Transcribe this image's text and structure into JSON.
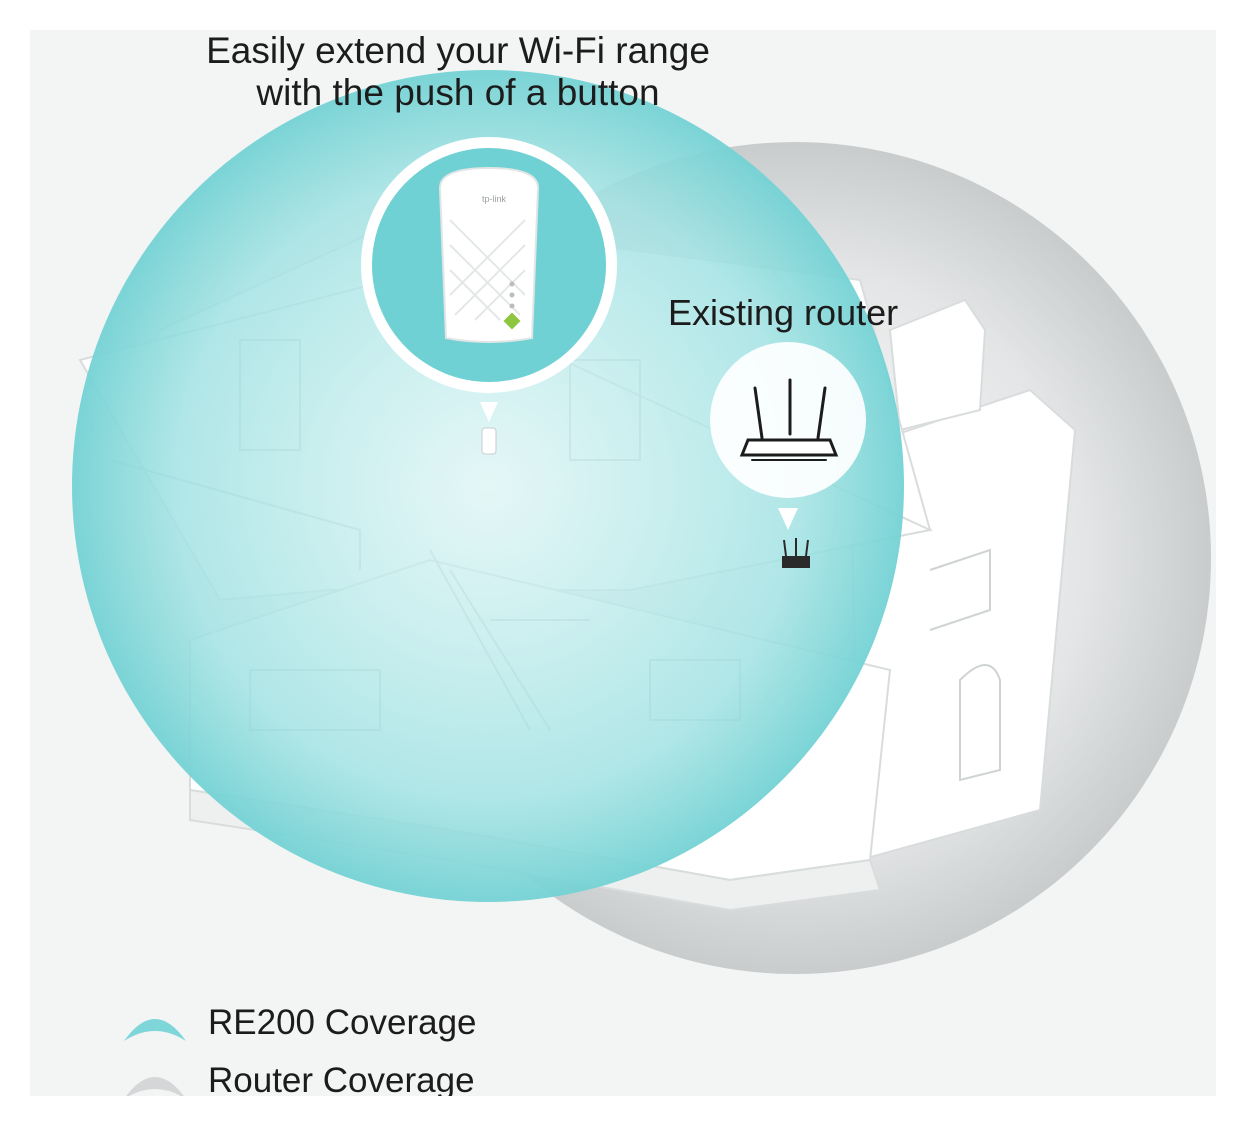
{
  "headline": {
    "line1": "Easily extend your Wi-Fi range",
    "line2": "with the push of a button"
  },
  "callouts": {
    "router_label": "Existing router"
  },
  "legend": [
    {
      "label": "RE200 Coverage",
      "color": "#7fd6d8"
    },
    {
      "label": "Router Coverage",
      "color": "#d4d6d7"
    }
  ],
  "colors": {
    "extender_coverage": "#80d7d9",
    "router_coverage": "#cfd2d3",
    "house": "#ffffff",
    "text": "#1c1c1c",
    "led_green": "#8ec63f"
  },
  "icons": {
    "extender": "range-extender-icon",
    "router": "router-icon"
  }
}
